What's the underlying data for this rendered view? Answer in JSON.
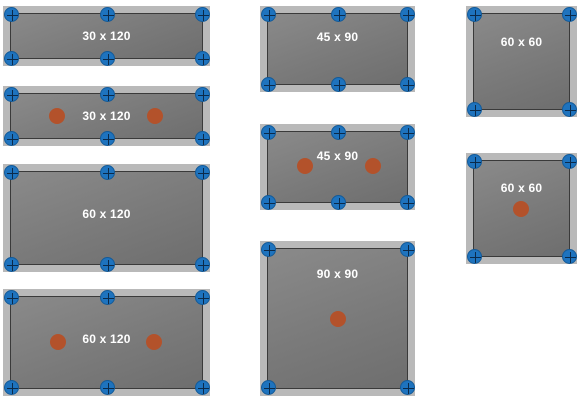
{
  "colors": {
    "panel_frame": "#b9b9b9",
    "plate": "#7f7f7f",
    "pin": "#1e73be",
    "fixing": "#b3522b",
    "label": "#ffffff"
  },
  "icons": {
    "corner_pin": "blue-crosshair-circle-icon",
    "fixing_point": "orange-dot-icon"
  },
  "panels": [
    {
      "label": "30 x 120"
    },
    {
      "label": "30 x 120"
    },
    {
      "label": "60 x 120"
    },
    {
      "label": "60 x 120"
    },
    {
      "label": "45 x 90"
    },
    {
      "label": "45 x 90"
    },
    {
      "label": "90 x 90"
    },
    {
      "label": "60 x 60"
    },
    {
      "label": "60 x 60"
    }
  ]
}
